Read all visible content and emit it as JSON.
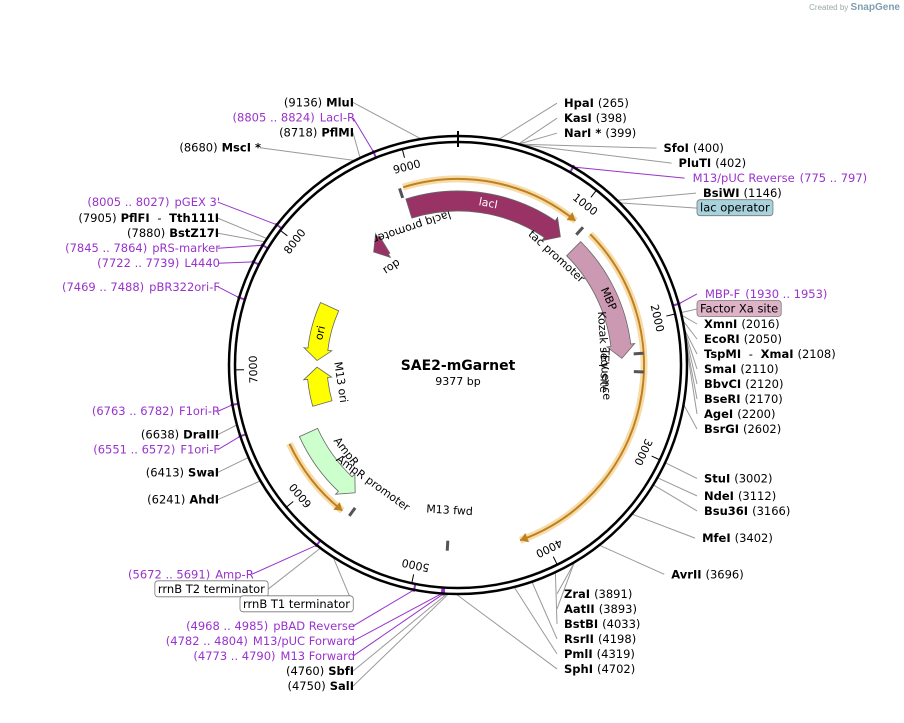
{
  "credit": {
    "prefix": "Created by",
    "brand": "SnapGene"
  },
  "plasmid": {
    "name": "SAE2-mGarnet",
    "length_label": "9377 bp",
    "total_bp": 9377
  },
  "ticks": [
    {
      "label": "1000",
      "bp": 1000
    },
    {
      "label": "2000",
      "bp": 2000
    },
    {
      "label": "3000",
      "bp": 3000
    },
    {
      "label": "4000",
      "bp": 4000
    },
    {
      "label": "5000",
      "bp": 5000
    },
    {
      "label": "6000",
      "bp": 6000
    },
    {
      "label": "7000",
      "bp": 7000
    },
    {
      "label": "8000",
      "bp": 8000
    },
    {
      "label": "9000",
      "bp": 9000
    }
  ],
  "features": [
    {
      "name": "lacI",
      "label": "lacI",
      "start": 8923,
      "end": 1006,
      "strand": 1,
      "track": "in1",
      "color": "#993366",
      "labelInside": true
    },
    {
      "name": "MBP",
      "label": "MBP",
      "start": 1168,
      "end": 2284,
      "strand": 1,
      "track": "in1",
      "color": "#cc99b2",
      "labelInside": true
    },
    {
      "name": "ori",
      "label": "ori",
      "start": 7080,
      "end": 7669,
      "strand": -1,
      "track": "in2",
      "color": "#ffff00",
      "labelInside": true
    },
    {
      "name": "M13 ori",
      "label": "M13 ori",
      "start": 6620,
      "end": 7010,
      "strand": 1,
      "track": "in2",
      "color": "#ffff00",
      "labelInside": false
    },
    {
      "name": "AmpR",
      "label": "AmpR",
      "start": 5700,
      "end": 6400,
      "strand": -1,
      "track": "in1",
      "color": "#ccffcc",
      "labelInside": false
    },
    {
      "name": "rop",
      "label": "rop",
      "start": 8420,
      "end": 8560,
      "strand": -1,
      "track": "in2",
      "color": "#993366",
      "labelInside": false
    }
  ],
  "orf_arcs": [
    {
      "start": 8930,
      "end": 1020,
      "strand": 1
    },
    {
      "start": 1180,
      "end": 4180,
      "strand": 1
    },
    {
      "start": 5690,
      "end": 6380,
      "strand": -1
    }
  ],
  "small_features": [
    {
      "name": "lacIq promoter",
      "bp": 8900,
      "label": "lacIq promoter"
    },
    {
      "name": "tac promoter",
      "bp": 1100,
      "label": "tac promoter"
    },
    {
      "name": "Kozak sequence",
      "bp": 2250,
      "label": "Kozak sequence"
    },
    {
      "name": "TEV site",
      "bp": 2400,
      "label": "TEV site"
    },
    {
      "name": "AmpR promoter",
      "bp": 5620,
      "label": "AmpR promoter"
    },
    {
      "name": "M13 fwd",
      "bp": 4775,
      "label": "M13 fwd"
    }
  ],
  "boxed_labels": [
    {
      "text": "lac operator",
      "fill": "#a8d3dd",
      "target_bp": 1170
    },
    {
      "text": "Factor Xa site",
      "fill": "#dfb3c7",
      "target_bp": 2000
    },
    {
      "text": "rrnB T2 terminator",
      "fill": "#ffffff",
      "target_bp": 5650
    },
    {
      "text": "rrnB T1 terminator",
      "fill": "#ffffff",
      "target_bp": 5550
    }
  ],
  "primers": [
    {
      "name": "M13/pUC Reverse",
      "range": "775 .. 797",
      "bp": 786,
      "side": "right"
    },
    {
      "name": "MBP-F",
      "range": "1930 .. 1953",
      "bp": 1941,
      "side": "right"
    },
    {
      "name": "pBAD Reverse",
      "range": "4968 .. 4985",
      "bp": 4976,
      "side": "left"
    },
    {
      "name": "M13/pUC Forward",
      "range": "4782 .. 4804",
      "bp": 4793,
      "side": "left"
    },
    {
      "name": "M13 Forward",
      "range": "4773 .. 4790",
      "bp": 4781,
      "side": "left"
    },
    {
      "name": "Amp-R",
      "range": "5672 .. 5691",
      "bp": 5681,
      "side": "left"
    },
    {
      "name": "F1ori-F",
      "range": "6551 .. 6572",
      "bp": 6561,
      "side": "left"
    },
    {
      "name": "F1ori-R",
      "range": "6763 .. 6782",
      "bp": 6772,
      "side": "left"
    },
    {
      "name": "pBR322ori-F",
      "range": "7469 .. 7488",
      "bp": 7478,
      "side": "left"
    },
    {
      "name": "L4440",
      "range": "7722 .. 7739",
      "bp": 7730,
      "side": "left"
    },
    {
      "name": "pRS-marker",
      "range": "7845 .. 7864",
      "bp": 7854,
      "side": "left"
    },
    {
      "name": "pGEX 3'",
      "range": "8005 .. 8027",
      "bp": 8016,
      "side": "left"
    },
    {
      "name": "LacI-R",
      "range": "8805 .. 8824",
      "bp": 8814,
      "side": "left"
    }
  ],
  "sites": [
    {
      "name": "HpaI",
      "pos": "265",
      "bp": 265,
      "side": "right"
    },
    {
      "name": "KasI",
      "pos": "398",
      "bp": 398,
      "side": "right"
    },
    {
      "name": "NarI *",
      "pos": "399",
      "bp": 399,
      "side": "right"
    },
    {
      "name": "SfoI",
      "pos": "400",
      "bp": 400,
      "side": "right"
    },
    {
      "name": "PluTI",
      "pos": "402",
      "bp": 402,
      "side": "right"
    },
    {
      "name": "BsiWI",
      "pos": "1146",
      "bp": 1146,
      "side": "right"
    },
    {
      "name": "XmnI",
      "pos": "2016",
      "bp": 2016,
      "side": "right"
    },
    {
      "name": "EcoRI",
      "pos": "2050",
      "bp": 2050,
      "side": "right"
    },
    {
      "name": "TspMI",
      "name2": "XmaI",
      "pos": "2108",
      "bp": 2108,
      "side": "right"
    },
    {
      "name": "SmaI",
      "pos": "2110",
      "bp": 2110,
      "side": "right"
    },
    {
      "name": "BbvCI",
      "pos": "2120",
      "bp": 2120,
      "side": "right"
    },
    {
      "name": "BseRI",
      "pos": "2170",
      "bp": 2170,
      "side": "right"
    },
    {
      "name": "AgeI",
      "pos": "2200",
      "bp": 2200,
      "side": "right"
    },
    {
      "name": "BsrGI",
      "pos": "2602",
      "bp": 2602,
      "side": "right"
    },
    {
      "name": "StuI",
      "pos": "3002",
      "bp": 3002,
      "side": "right"
    },
    {
      "name": "NdeI",
      "pos": "3112",
      "bp": 3112,
      "side": "right"
    },
    {
      "name": "Bsu36I",
      "pos": "3166",
      "bp": 3166,
      "side": "right"
    },
    {
      "name": "MfeI",
      "pos": "3402",
      "bp": 3402,
      "side": "right"
    },
    {
      "name": "AvrII",
      "pos": "3696",
      "bp": 3696,
      "side": "right"
    },
    {
      "name": "ZraI",
      "pos": "3891",
      "bp": 3891,
      "side": "right"
    },
    {
      "name": "AatII",
      "pos": "3893",
      "bp": 3893,
      "side": "right"
    },
    {
      "name": "BstBI",
      "pos": "4033",
      "bp": 4033,
      "side": "right"
    },
    {
      "name": "RsrII",
      "pos": "4198",
      "bp": 4198,
      "side": "right"
    },
    {
      "name": "PmlI",
      "pos": "4319",
      "bp": 4319,
      "side": "right"
    },
    {
      "name": "SphI",
      "pos": "4702",
      "bp": 4702,
      "side": "right"
    },
    {
      "name": "SalI",
      "pos": "4750",
      "bp": 4750,
      "side": "left"
    },
    {
      "name": "SbfI",
      "pos": "4760",
      "bp": 4760,
      "side": "left"
    },
    {
      "name": "AhdI",
      "pos": "6241",
      "bp": 6241,
      "side": "left"
    },
    {
      "name": "SwaI",
      "pos": "6413",
      "bp": 6413,
      "side": "left"
    },
    {
      "name": "DraIII",
      "pos": "6638",
      "bp": 6638,
      "side": "left"
    },
    {
      "name": "BstZ17I",
      "pos": "7880",
      "bp": 7880,
      "side": "left"
    },
    {
      "name": "PflFI",
      "name2": "Tth111I",
      "pos": "7905",
      "bp": 7905,
      "side": "left"
    },
    {
      "name": "MscI *",
      "pos": "8680",
      "bp": 8680,
      "side": "left"
    },
    {
      "name": "PflMI",
      "pos": "8718",
      "bp": 8718,
      "side": "left"
    },
    {
      "name": "MluI",
      "pos": "9136",
      "bp": 9136,
      "side": "left"
    }
  ],
  "colors": {
    "primer": "#9933cc",
    "backbone": "#000000",
    "orf": "#f4b24c",
    "line": "#999999"
  }
}
